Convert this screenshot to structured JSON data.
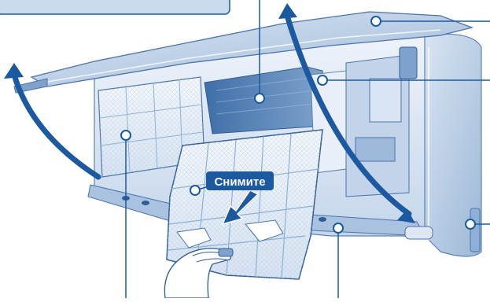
{
  "callout": {
    "remove_label": "Снимите"
  },
  "colors": {
    "accent_blue": "#1b5aa0",
    "body_light": "#dfe9f4",
    "body_mid": "#b7cce3",
    "body_dark": "#7e9fc6",
    "leader_line": "#1b5aa0",
    "marker_fill": "#ffffff"
  },
  "icons": [
    "curved-arrow-left",
    "curved-arrow-up",
    "down-arrow",
    "hand",
    "callout-marker"
  ]
}
